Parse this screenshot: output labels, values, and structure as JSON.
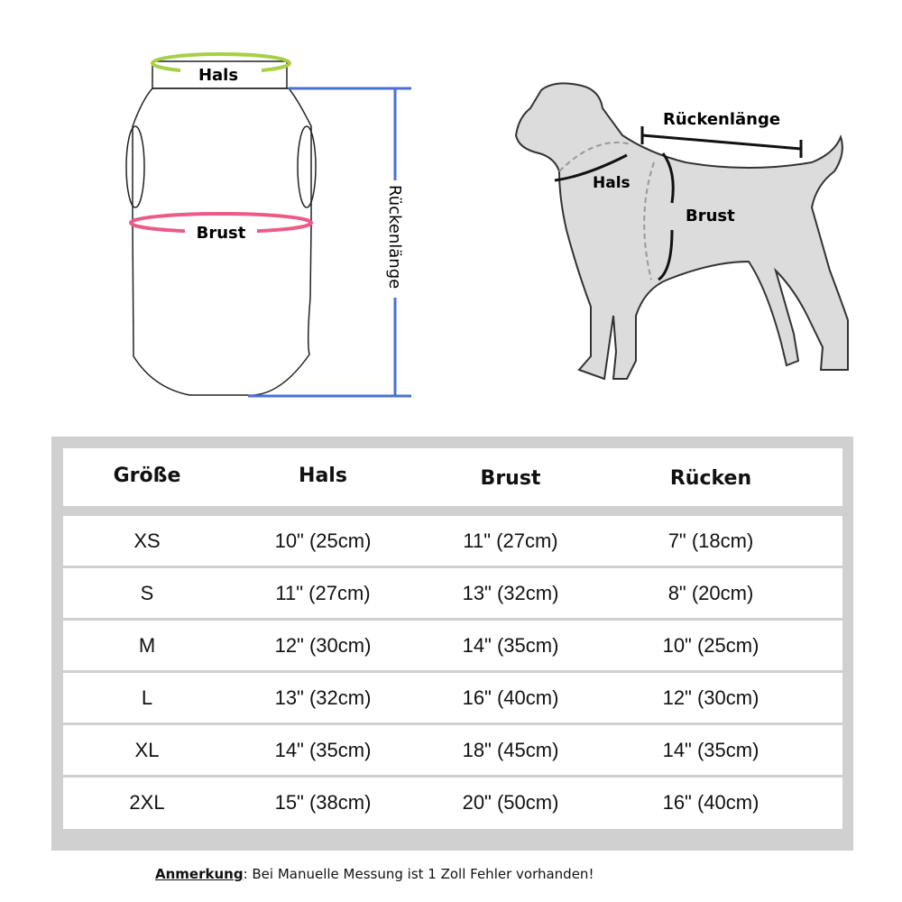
{
  "diagram_garment": {
    "neck_label": "Hals",
    "chest_label": "Brust",
    "length_label": "Rückenlänge"
  },
  "diagram_dog": {
    "back_label": "Rückenlänge",
    "neck_label": "Hals",
    "chest_label": "Brust"
  },
  "colors": {
    "neck": "#a8cf45",
    "chest": "#ec5a86",
    "length": "#4b6fd6",
    "frame": "#d0d0d0"
  },
  "table": {
    "headers": [
      "Größe",
      "Hals",
      "Brust",
      "Rücken"
    ],
    "rows": [
      [
        "XS",
        "10\" (25cm)",
        "11\" (27cm)",
        "7\" (18cm)"
      ],
      [
        "S",
        "11\" (27cm)",
        "13\" (32cm)",
        "8\" (20cm)"
      ],
      [
        "M",
        "12\" (30cm)",
        "14\" (35cm)",
        "10\" (25cm)"
      ],
      [
        "L",
        "13\" (32cm)",
        "16\" (40cm)",
        "12\" (30cm)"
      ],
      [
        "XL",
        "14\" (35cm)",
        "18\" (45cm)",
        "14\" (35cm)"
      ],
      [
        "2XL",
        "15\" (38cm)",
        "20\" (50cm)",
        "16\" (40cm)"
      ]
    ]
  },
  "note": {
    "label": "Anmerkung",
    "text": ": Bei Manuelle Messung ist 1 Zoll Fehler vorhanden!"
  }
}
